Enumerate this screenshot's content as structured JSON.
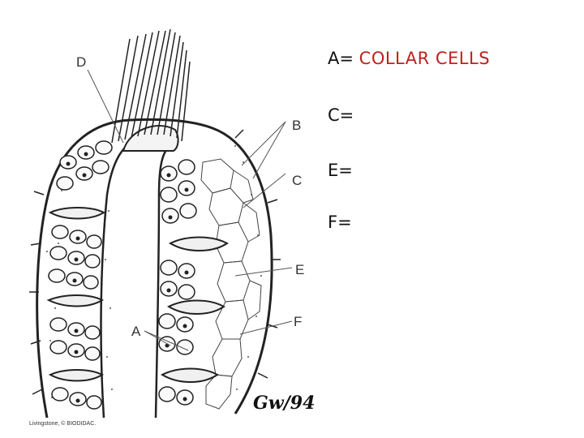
{
  "diagram": {
    "labels": {
      "a": "A",
      "b": "B",
      "c": "C",
      "d": "D",
      "e": "E",
      "f": "F"
    },
    "credit": "Livingstone, © BIODIDAC.",
    "initials": "Gw/94"
  },
  "answers": [
    {
      "prefix": "A=",
      "value": "COLLAR CELLS",
      "value_color": "#c0201f"
    },
    {
      "prefix": "C=",
      "value": ""
    },
    {
      "prefix": "E=",
      "value": ""
    },
    {
      "prefix": "F=",
      "value": ""
    }
  ]
}
